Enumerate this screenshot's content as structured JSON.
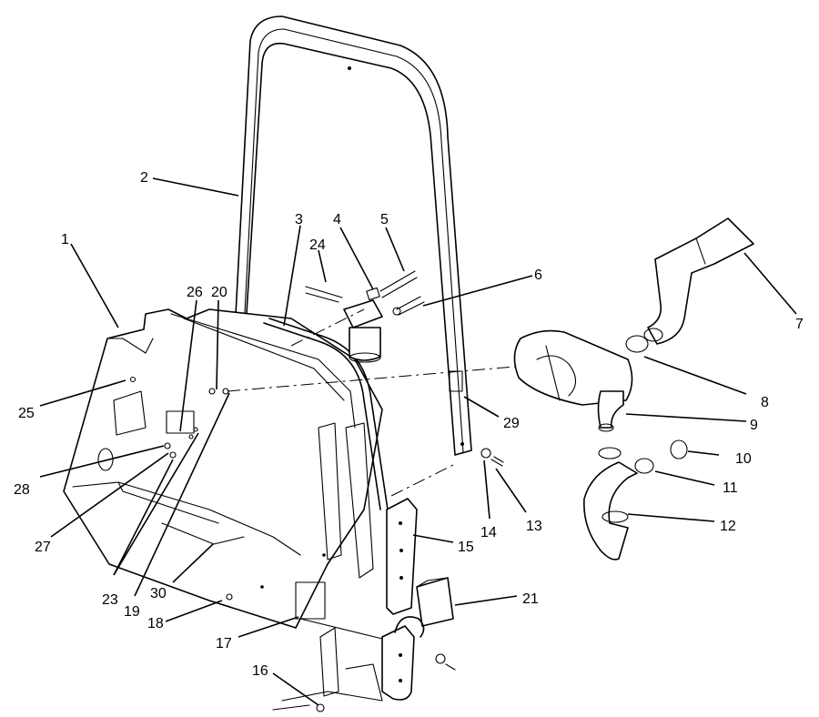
{
  "callouts": [
    {
      "id": "1",
      "label": "1"
    },
    {
      "id": "2",
      "label": "2"
    },
    {
      "id": "3",
      "label": "3"
    },
    {
      "id": "4",
      "label": "4"
    },
    {
      "id": "5",
      "label": "5"
    },
    {
      "id": "6",
      "label": "6"
    },
    {
      "id": "7",
      "label": "7"
    },
    {
      "id": "8",
      "label": "8"
    },
    {
      "id": "9",
      "label": "9"
    },
    {
      "id": "10",
      "label": "10"
    },
    {
      "id": "11",
      "label": "11"
    },
    {
      "id": "12",
      "label": "12"
    },
    {
      "id": "13",
      "label": "13"
    },
    {
      "id": "14",
      "label": "14"
    },
    {
      "id": "15",
      "label": "15"
    },
    {
      "id": "16",
      "label": "16"
    },
    {
      "id": "17",
      "label": "17"
    },
    {
      "id": "18",
      "label": "18"
    },
    {
      "id": "19",
      "label": "19"
    },
    {
      "id": "20",
      "label": "20"
    },
    {
      "id": "21",
      "label": "21"
    },
    {
      "id": "23",
      "label": "23"
    },
    {
      "id": "24",
      "label": "24"
    },
    {
      "id": "25",
      "label": "25"
    },
    {
      "id": "26",
      "label": "26"
    },
    {
      "id": "27",
      "label": "27"
    },
    {
      "id": "28",
      "label": "28"
    },
    {
      "id": "29",
      "label": "29"
    },
    {
      "id": "30",
      "label": "30"
    }
  ]
}
